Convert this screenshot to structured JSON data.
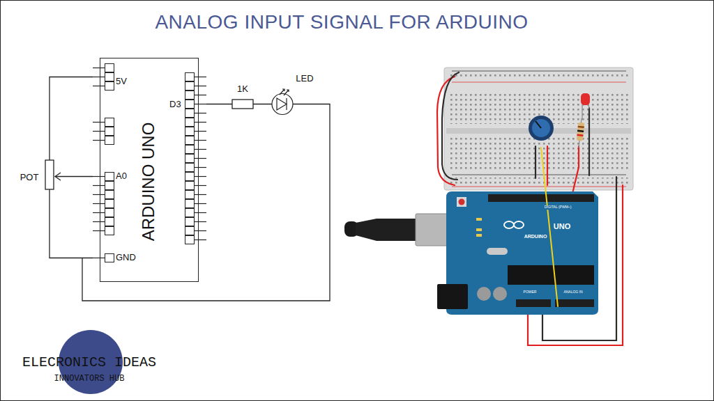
{
  "diagram": {
    "title": "ANALOG INPUT SIGNAL FOR ARDUINO",
    "nodes": [
      {
        "text": [
          "ARDUINO UNO"
        ]
      }
    ],
    "labels": [
      "5V",
      "D3",
      "A0",
      "GND",
      "1K",
      "LED",
      "POT",
      "ELECRONICS IDEAS",
      "INNOVATORS HUB",
      "ARDUINO",
      "UNO",
      "DIGITAL (PWM~)",
      "POWER",
      "ANALOG IN"
    ]
  }
}
